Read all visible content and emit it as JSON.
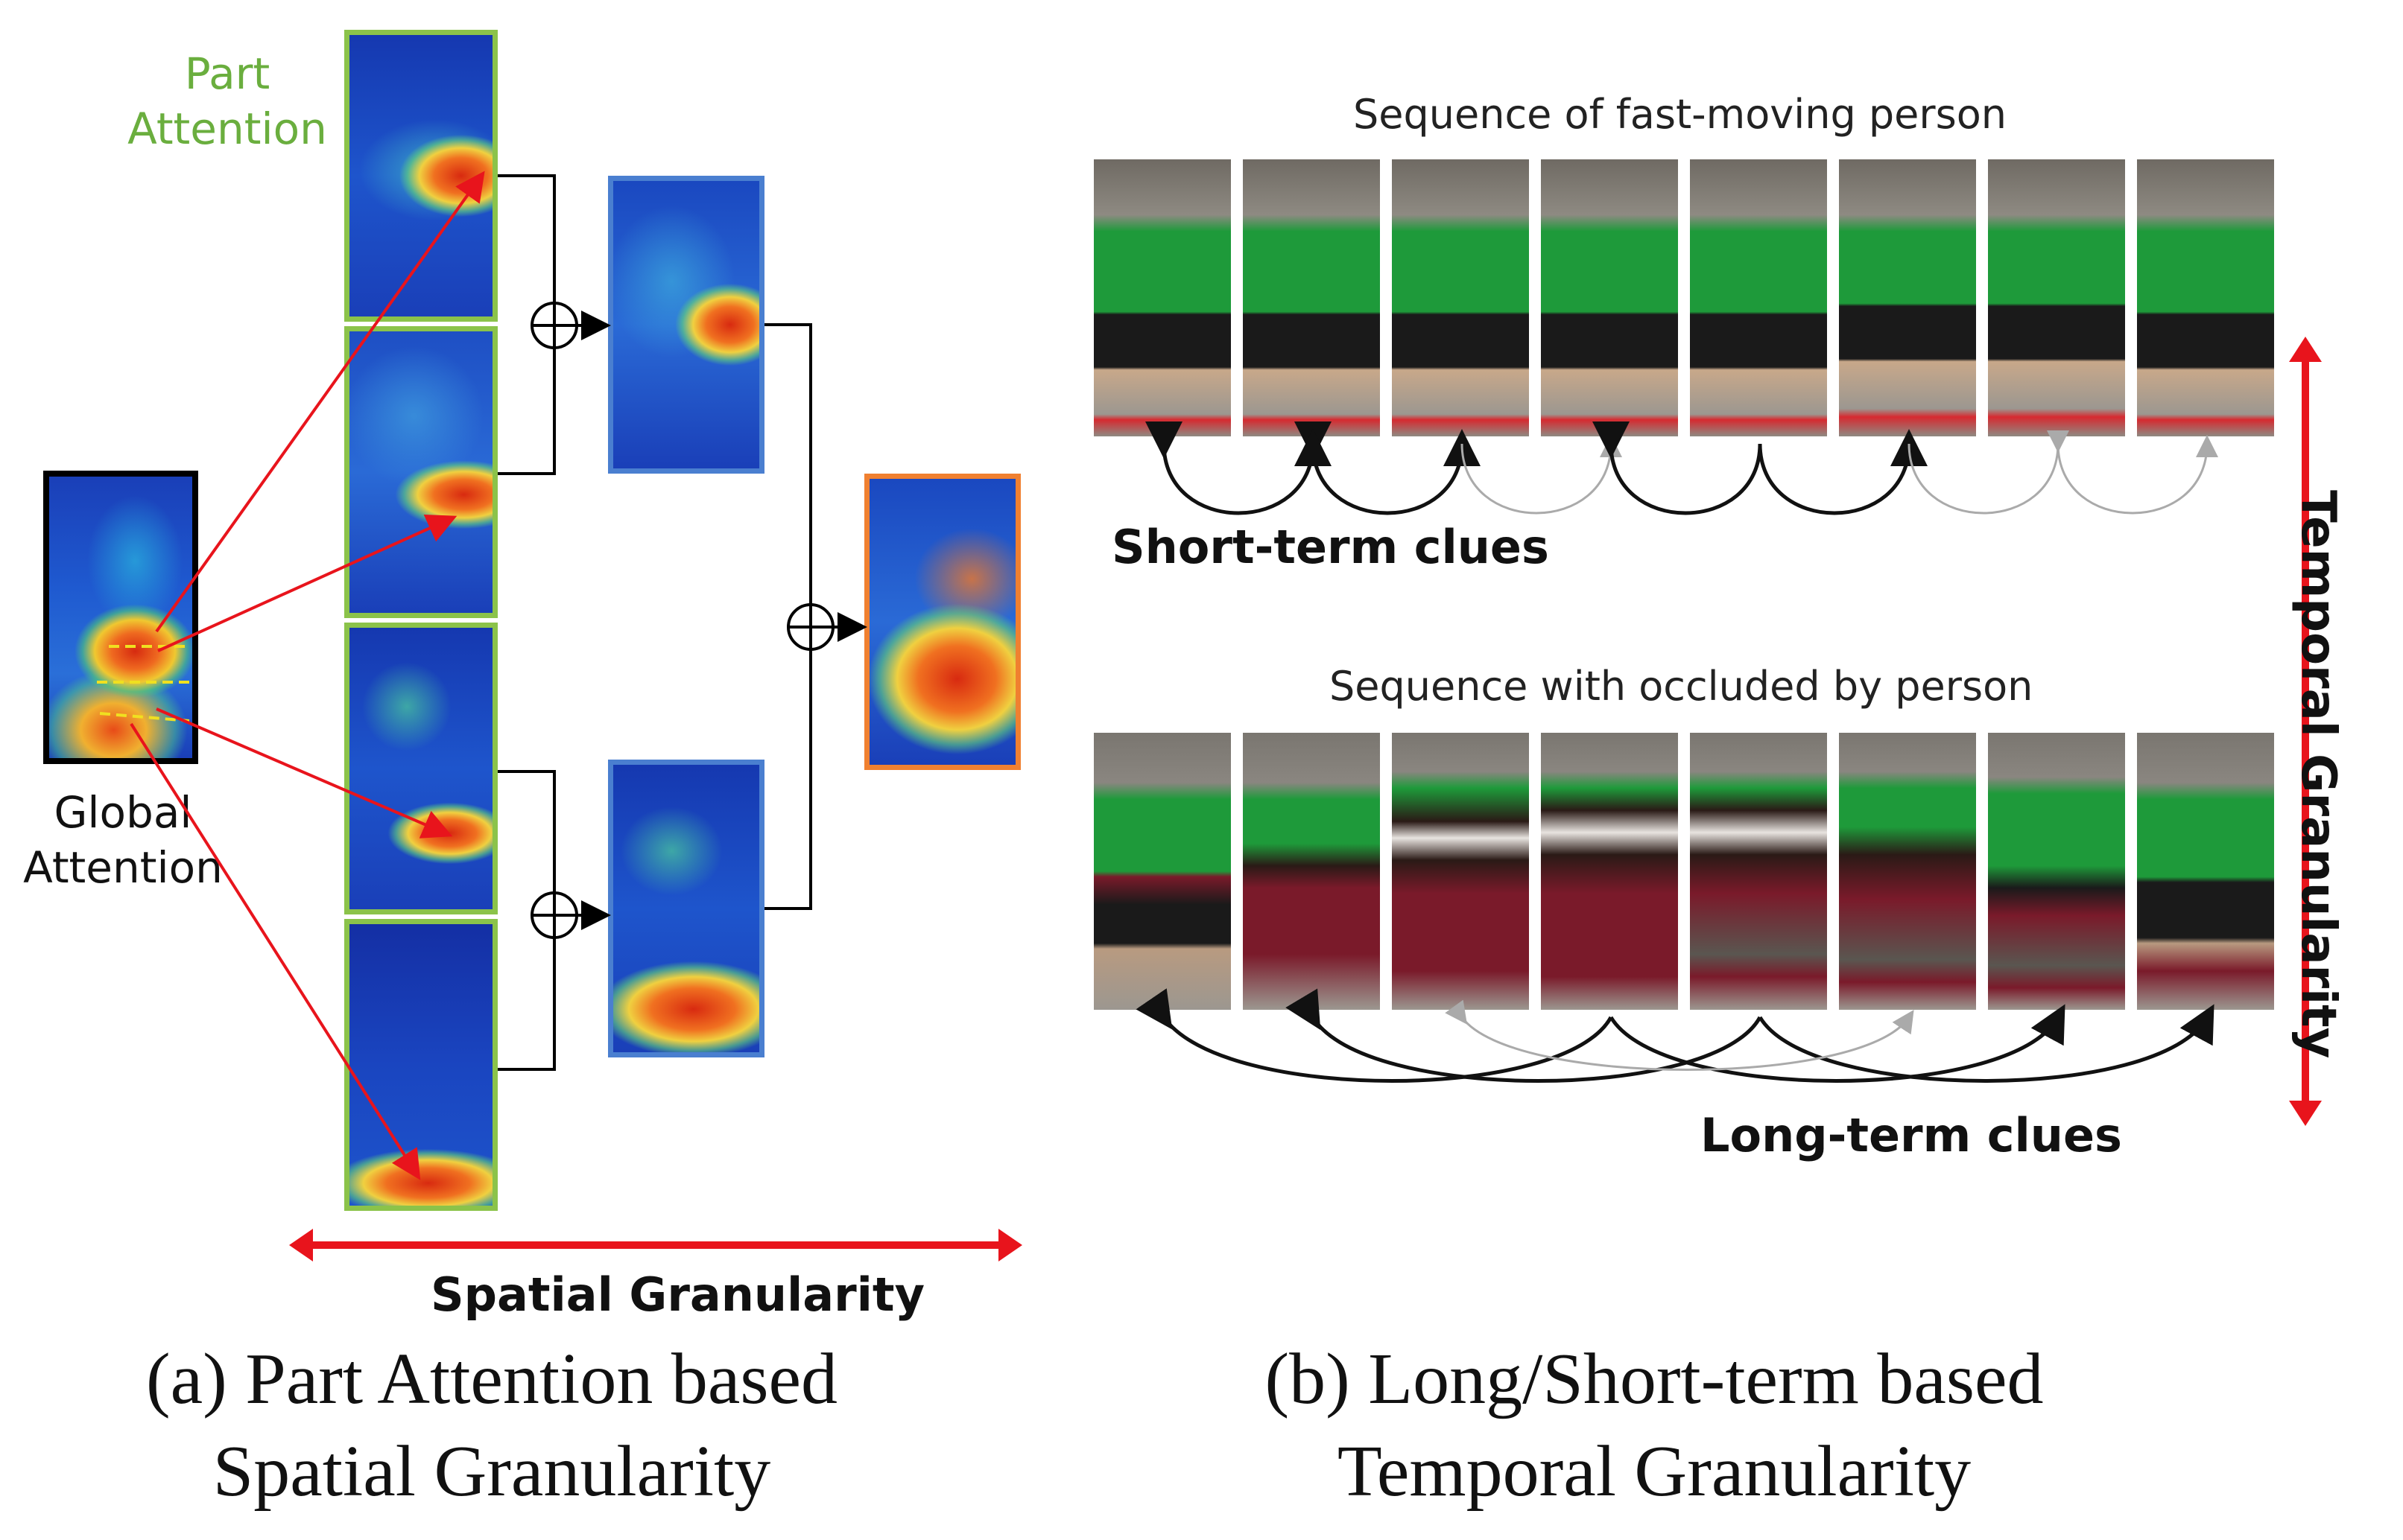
{
  "left_panel": {
    "part_attention_label": "Part\nAttention",
    "global_attention_label": "Global\nAttention",
    "axis_label": "Spatial Granularity",
    "caption": "(a) Part Attention based\nSpatial Granularity",
    "colors": {
      "part_border": "#8bc34a",
      "global_border": "#000000",
      "fused_border": "#4a7fd0",
      "output_border": "#f08030",
      "arrow_red": "#e8141c"
    }
  },
  "right_panel": {
    "sequence1_title": "Sequence of fast-moving person",
    "sequence2_title": "Sequence with occluded by person",
    "short_term_label": "Short-term clues",
    "long_term_label": "Long-term clues",
    "axis_label": "Temporal Granularity",
    "caption": "(b) Long/Short-term based\nTemporal Granularity",
    "colors": {
      "shirt_green": "#1e9a3a",
      "shirt_maroon": "#7a1a2a",
      "arrow_dark": "#111111",
      "arrow_light": "#aaaaaa"
    }
  },
  "icons": {
    "sum": "circle-plus-icon"
  }
}
